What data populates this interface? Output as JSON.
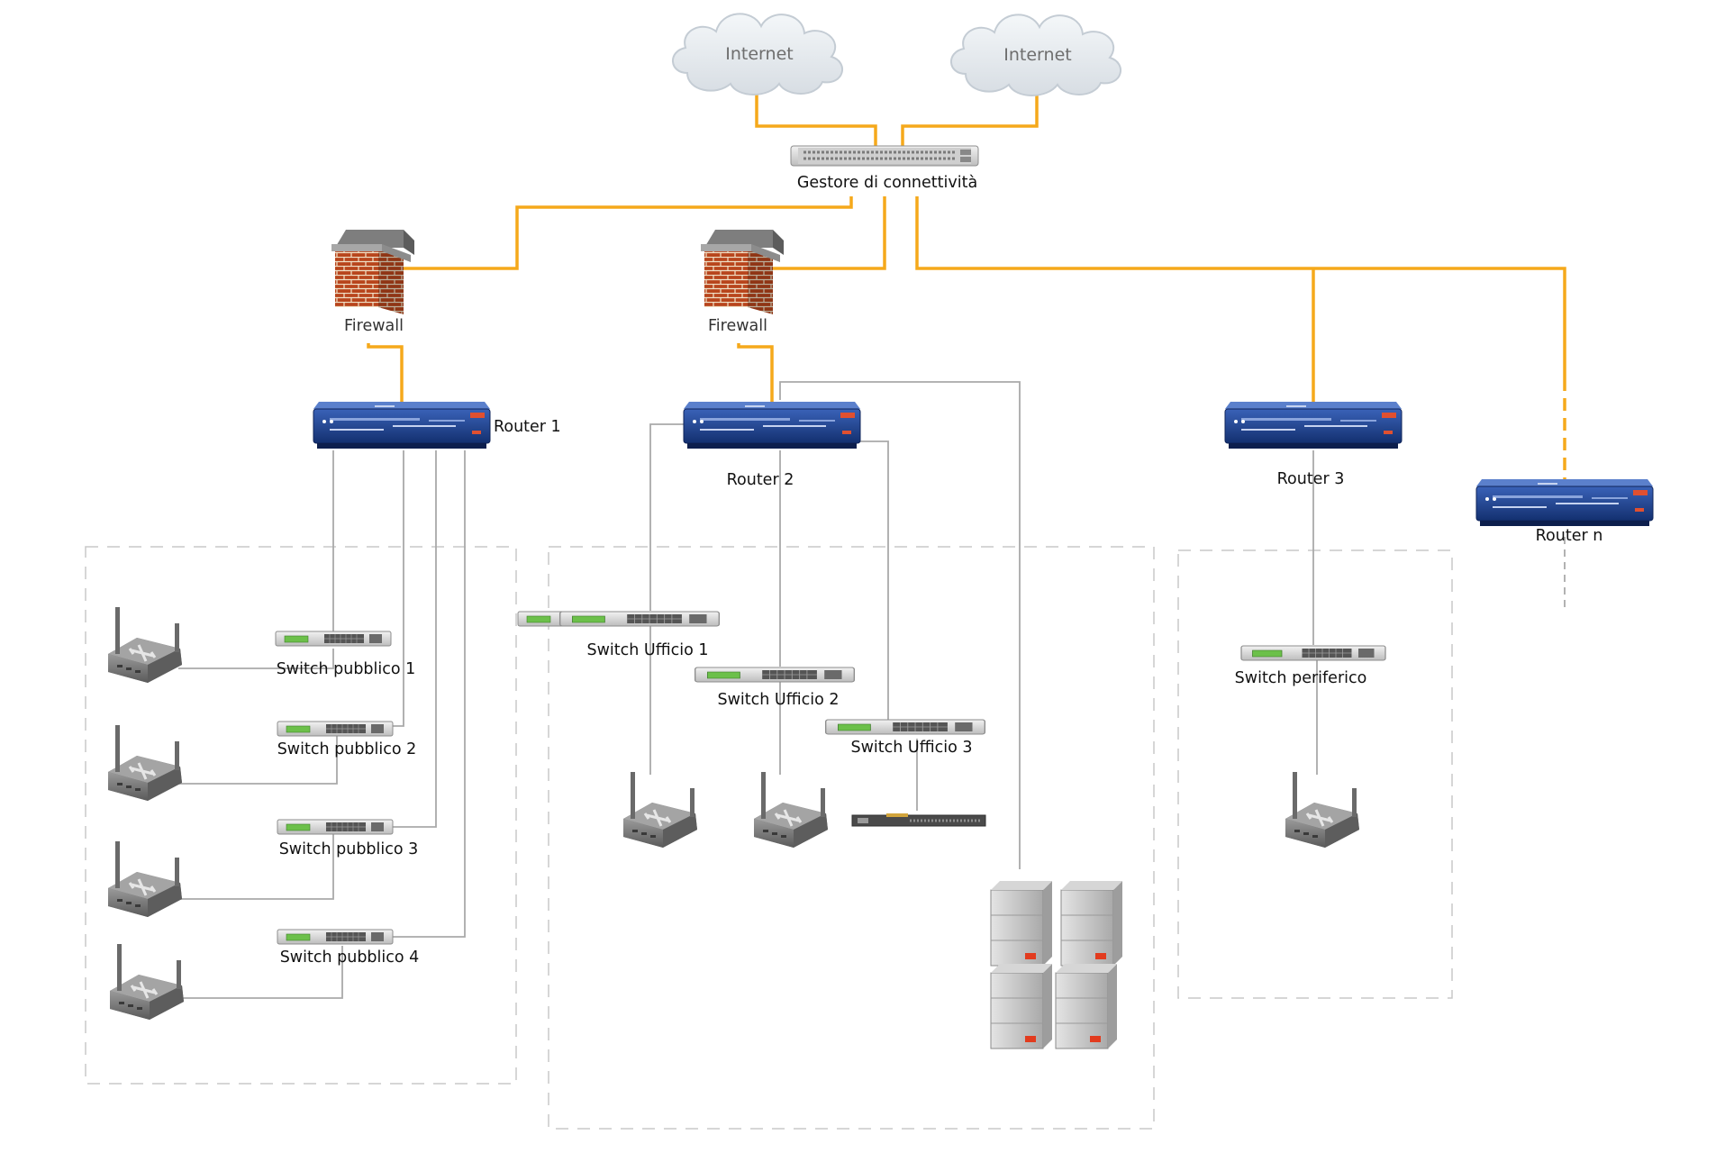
{
  "diagram": {
    "clouds": [
      "Internet",
      "Internet"
    ],
    "hub": "Gestore di connettività",
    "firewalls": [
      "Firewall",
      "Firewall"
    ],
    "routers": [
      "Router 1",
      "Router 2",
      "Router 3",
      "Router n"
    ],
    "switches_public": [
      "Switch pubblico 1",
      "Switch pubblico 2",
      "Switch pubblico 3",
      "Switch pubblico 4"
    ],
    "switches_office": [
      "Switch Ufficio 1",
      "Switch Ufficio 2",
      "Switch Ufficio 3"
    ],
    "switch_peripheral": "Switch periferico",
    "colors": {
      "wan_link": "#f5a91b",
      "lan_link": "#a9a9a9",
      "group_border": "#c8c8c8",
      "router": "#1d3f8a"
    },
    "icons": [
      "cloud-icon",
      "network-switch-icon",
      "firewall-icon",
      "router-icon",
      "wireless-access-point-icon",
      "server-icon",
      "patch-panel-icon"
    ]
  }
}
